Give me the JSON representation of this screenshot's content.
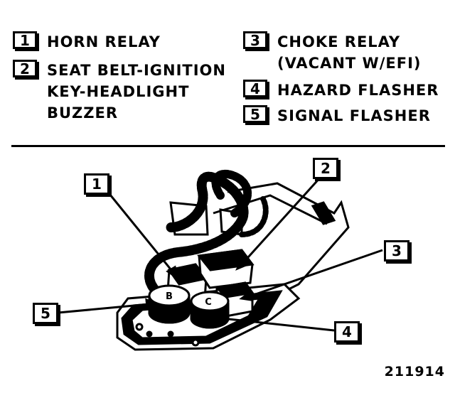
{
  "legend": [
    {
      "number": "1",
      "label": "HORN RELAY"
    },
    {
      "number": "2",
      "label": "SEAT BELT-IGNITION\nKEY-HEADLIGHT\nBUZZER"
    },
    {
      "number": "3",
      "label": "CHOKE RELAY\n(VACANT W/EFI)"
    },
    {
      "number": "4",
      "label": "HAZARD FLASHER"
    },
    {
      "number": "5",
      "label": "SIGNAL FLASHER"
    }
  ],
  "callouts": [
    "1",
    "2",
    "3",
    "4",
    "5"
  ],
  "figure_code": "211914"
}
